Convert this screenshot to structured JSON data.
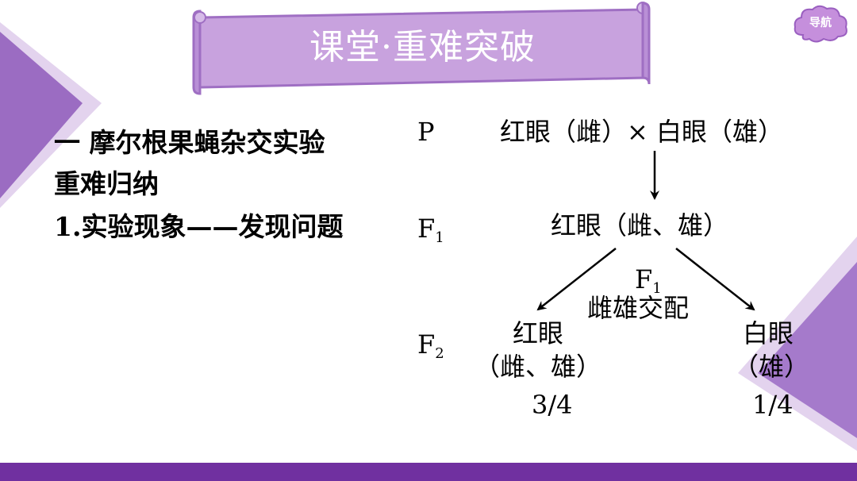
{
  "banner": {
    "title": "课堂·重难突破"
  },
  "nav": {
    "label": "导航"
  },
  "left": {
    "section_title": "一  摩尔根果蝇杂交实验",
    "subsection": "重难归纳",
    "item": "1.实验现象——发现问题"
  },
  "diagram": {
    "p_label": "P",
    "p_text": "红眼（雌）× 白眼（雄）",
    "f1_label": "F",
    "f1_label_sub": "1",
    "f1_text": "红眼（雌、雄）",
    "cross_label": "F",
    "cross_label_sub": "1",
    "cross_text": "雌雄交配",
    "f2_label": "F",
    "f2_label_sub": "2",
    "f2_left_phenotype": "红眼",
    "f2_left_sex": "（雌、雄）",
    "f2_left_ratio": "3/4",
    "f2_right_phenotype": "白眼",
    "f2_right_sex": "（雄）",
    "f2_right_ratio": "1/4"
  },
  "colors": {
    "accent": "#7030a0",
    "banner": "#c8a2de",
    "deco_light": "#dcc6ea"
  }
}
